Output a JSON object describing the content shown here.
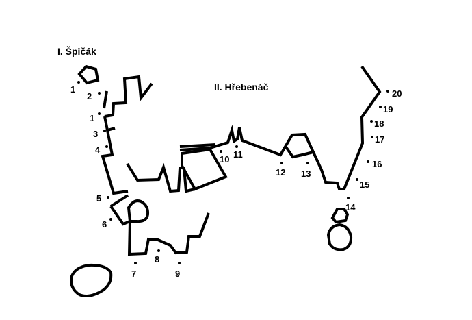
{
  "areas": [
    {
      "title": "I. Špičák"
    },
    {
      "title": "II. Hřebenáč"
    }
  ],
  "routes": [
    {
      "label": "1"
    },
    {
      "label": "2"
    },
    {
      "label": "1"
    },
    {
      "label": "3"
    },
    {
      "label": "4"
    },
    {
      "label": "5"
    },
    {
      "label": "6"
    },
    {
      "label": "7"
    },
    {
      "label": "8"
    },
    {
      "label": "9"
    },
    {
      "label": "10"
    },
    {
      "label": "11"
    },
    {
      "label": "12"
    },
    {
      "label": "13"
    },
    {
      "label": "14"
    },
    {
      "label": "15"
    },
    {
      "label": "16"
    },
    {
      "label": "17"
    },
    {
      "label": "18"
    },
    {
      "label": "19"
    },
    {
      "label": "20"
    }
  ]
}
